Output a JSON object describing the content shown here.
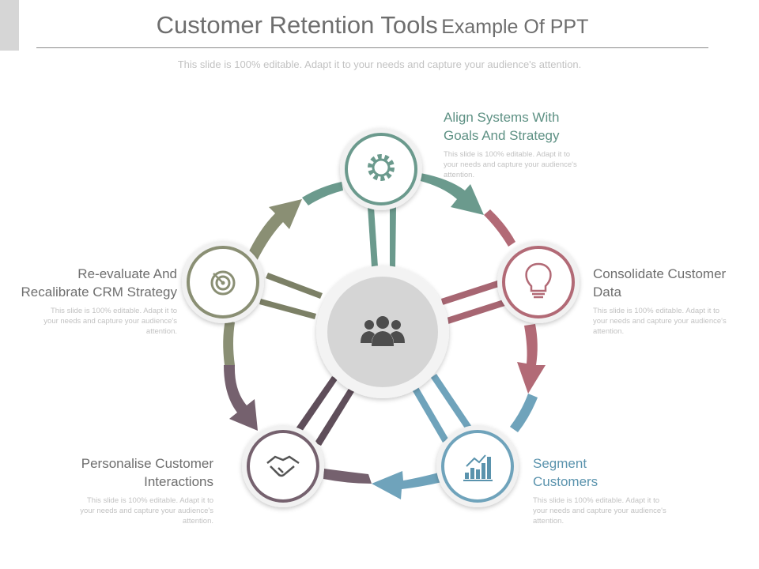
{
  "title": {
    "main": "Customer Retention Tools",
    "sub": "Example Of PPT"
  },
  "subtitle": "This slide is 100% editable. Adapt it to your needs and capture your audience's attention.",
  "colors": {
    "teal": "#6b9a8d",
    "rose": "#b26a76",
    "blue": "#6fa3bb",
    "plum": "#75616e",
    "olive": "#8a8f74",
    "center": "#d5d5d5"
  },
  "center": {
    "icon": "team-icon"
  },
  "steps": [
    {
      "heading_1": "Align Systems With",
      "heading_2": "Goals And Strategy",
      "description_1": "This slide is 100% editable. Adapt it to",
      "description_2": "your needs and capture your audience's",
      "description_3": "attention.",
      "icon": "gear-icon",
      "color": "#5e9184"
    },
    {
      "heading_1": "Consolidate Customer",
      "heading_2": "Data",
      "description_1": "This slide is 100% editable. Adapt it to",
      "description_2": "your needs and capture your audience's",
      "description_3": "attention.",
      "icon": "lightbulb-icon",
      "color": "#6e6e6e"
    },
    {
      "heading_1": "Segment",
      "heading_2": "Customers",
      "description_1": "This slide is 100% editable. Adapt it to",
      "description_2": "your needs and capture your audience's",
      "description_3": "attention.",
      "icon": "bar-chart-icon",
      "color": "#5a93ad"
    },
    {
      "heading_1": "Personalise Customer",
      "heading_2": "Interactions",
      "description_1": "This slide is 100% editable. Adapt it to",
      "description_2": "your needs and capture your audience's",
      "description_3": "attention.",
      "icon": "handshake-icon",
      "color": "#6e6e6e"
    },
    {
      "heading_1": "Re-evaluate And",
      "heading_2": "Recalibrate CRM Strategy",
      "description_1": "This slide is 100% editable. Adapt it to",
      "description_2": "your needs and capture your audience's",
      "description_3": "attention.",
      "icon": "target-icon",
      "color": "#6e6e6e"
    }
  ]
}
